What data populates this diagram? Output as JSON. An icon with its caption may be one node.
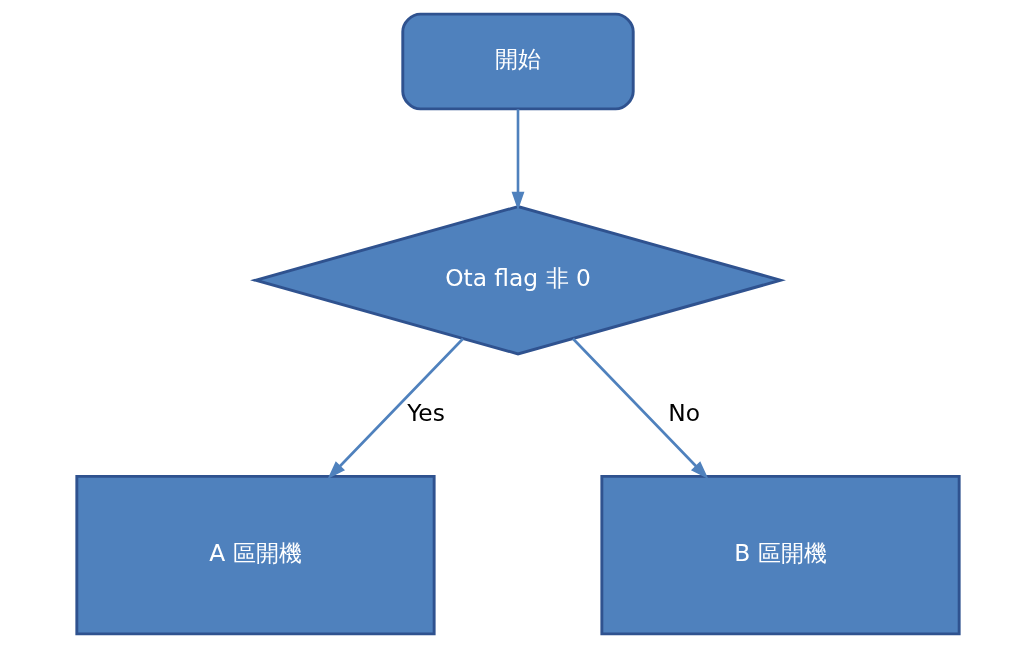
{
  "diagram": {
    "nodes": [
      {
        "text": [
          "開始"
        ]
      },
      {
        "text": [
          "Ota flag 非 0"
        ]
      },
      {
        "text": [
          "A 區開機"
        ]
      },
      {
        "text": [
          "B 區開機"
        ]
      }
    ],
    "edges": [
      {
        "from": 0,
        "to": 1,
        "arrow": "to"
      },
      {
        "from": 1,
        "to": 2,
        "arrow": "to",
        "label": "Yes"
      },
      {
        "from": 1,
        "to": 3,
        "arrow": "to",
        "label": "No"
      }
    ]
  }
}
